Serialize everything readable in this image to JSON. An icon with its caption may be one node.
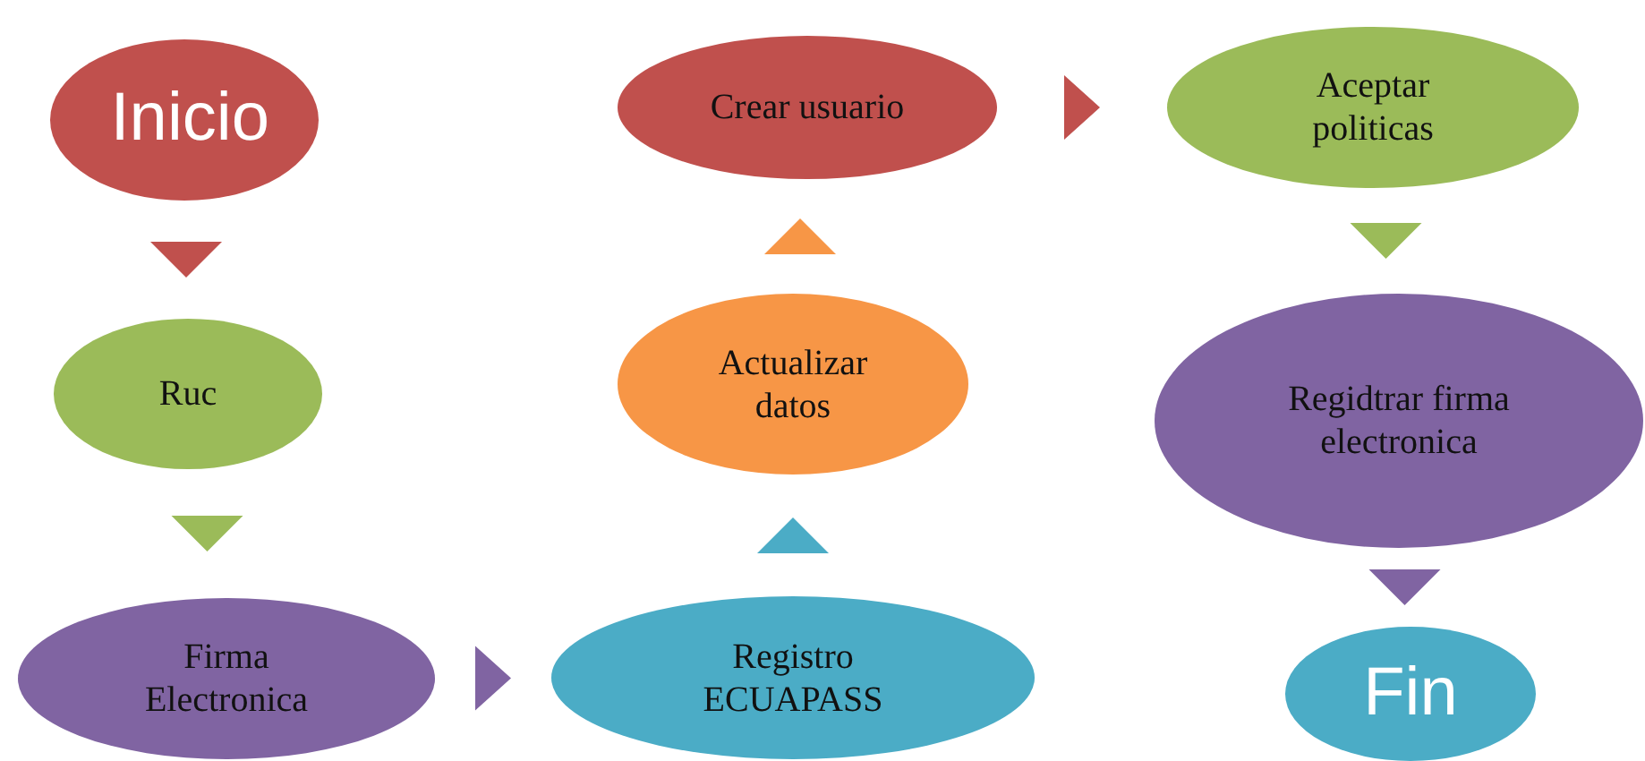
{
  "diagram": {
    "nodes": [
      {
        "text": [
          "Inicio"
        ]
      },
      {
        "text": [
          "Ruc"
        ]
      },
      {
        "text": [
          "Firma Electronica"
        ]
      },
      {
        "text": [
          "Registro ECUAPASS"
        ]
      },
      {
        "text": [
          "Actualizar datos"
        ]
      },
      {
        "text": [
          "Crear usuario"
        ]
      },
      {
        "text": [
          "Aceptar politicas"
        ]
      },
      {
        "text": [
          "Regidtrar firma electronica"
        ]
      },
      {
        "text": [
          "Fin"
        ]
      }
    ],
    "edges": [
      {
        "from": 0,
        "to": 1,
        "arrow": "to",
        "color": "#c0504d"
      },
      {
        "from": 1,
        "to": 2,
        "arrow": "to",
        "color": "#9bbb59"
      },
      {
        "from": 2,
        "to": 3,
        "arrow": "to",
        "color": "#8064a2"
      },
      {
        "from": 3,
        "to": 4,
        "arrow": "to",
        "color": "#4bacc6"
      },
      {
        "from": 4,
        "to": 5,
        "arrow": "to",
        "color": "#f79646"
      },
      {
        "from": 5,
        "to": 6,
        "arrow": "to",
        "color": "#c0504d"
      },
      {
        "from": 6,
        "to": 7,
        "arrow": "to",
        "color": "#9bbb59"
      },
      {
        "from": 7,
        "to": 8,
        "arrow": "to",
        "color": "#8064a2"
      }
    ]
  }
}
